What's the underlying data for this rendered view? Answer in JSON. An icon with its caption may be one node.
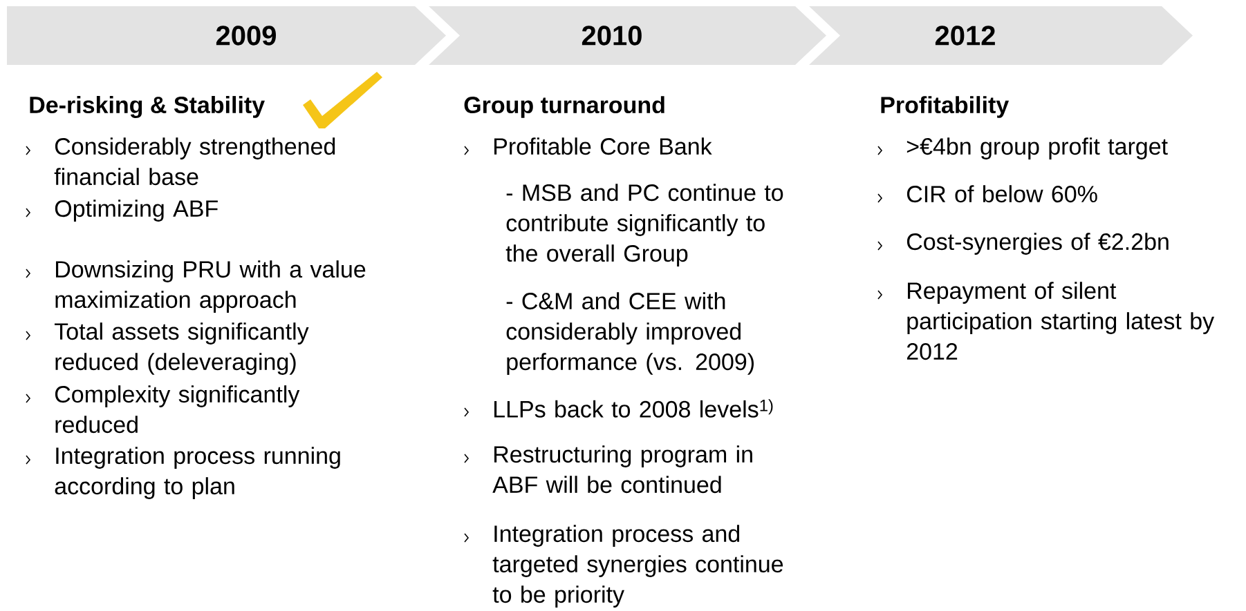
{
  "diagram": {
    "nodes": [
      {
        "text": [
          "2009"
        ]
      },
      {
        "text": [
          "2010"
        ]
      },
      {
        "text": [
          "2012"
        ]
      }
    ],
    "labels": [
      "De-risking & Stability",
      "Considerably strengthened financial base",
      "Optimizing ABF",
      "Downsizing PRU with a value maximization approach",
      "Total assets significantly reduced (deleveraging)",
      "Complexity significantly reduced",
      "Integration process running according to plan",
      "Group turnaround",
      "Profitable Core Bank",
      "- MSB and PC continue to contribute significantly to the overall Group",
      "- C&M and CEE with considerably improved performance (vs. 2009)",
      "LLPs back to 2008 levels$^{1)}$",
      "Restructuring program in ABF will be continued",
      "Integration process and targeted synergies continue to be priority",
      "Profitability",
      ">€4bn group profit target",
      "CIR of below 60%",
      "Cost-synergies of €2.2bn",
      "Repayment of silent participation starting latest by 2012"
    ]
  }
}
